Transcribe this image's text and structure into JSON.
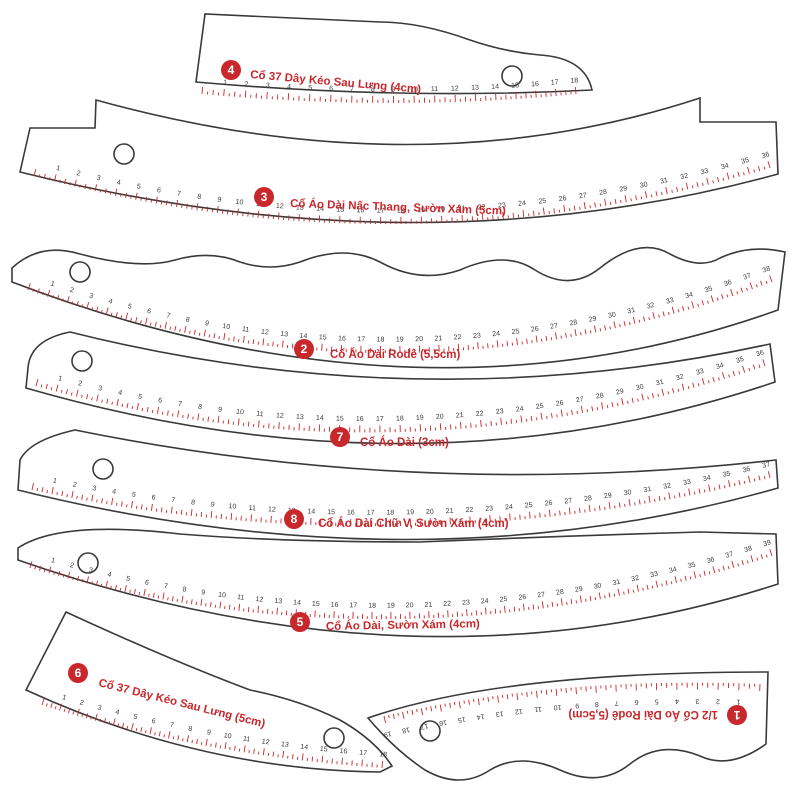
{
  "colors": {
    "accent": "#c8282c",
    "outline": "#3a3a3a",
    "background": "#ffffff"
  },
  "rulers": [
    {
      "id": "r4",
      "number": "4",
      "title": "Cổ 37 Dây Kéo Sau Lưng (4cm)",
      "max": 18,
      "flipped": false
    },
    {
      "id": "r3",
      "number": "3",
      "title": "Cổ  Áo Dài Nấc Thang, Sườn Xám (5cm)",
      "max": 36,
      "flipped": false
    },
    {
      "id": "r2",
      "number": "2",
      "title": "Cổ  Áo Dài Rodê (5,5cm)",
      "max": 38,
      "flipped": false
    },
    {
      "id": "r7",
      "number": "7",
      "title": "Cổ  Áo Dài (3cm)",
      "max": 36,
      "flipped": false
    },
    {
      "id": "r8",
      "number": "8",
      "title": "Cổ  Áo Dài Chữ V, Sườn Xám (4cm)",
      "max": 37,
      "flipped": false
    },
    {
      "id": "r5",
      "number": "5",
      "title": "Cổ  Áo Dài, Sườn Xám (4cm)",
      "max": 39,
      "flipped": false
    },
    {
      "id": "r6",
      "number": "6",
      "title": "Cổ 37 Dây Kéo Sau Lưng (5cm)",
      "max": 18,
      "flipped": false
    },
    {
      "id": "r1",
      "number": "1",
      "title": "1/2 Cổ  Áo Dài Rodê (5,5cm)",
      "max": 19,
      "flipped": true
    }
  ]
}
